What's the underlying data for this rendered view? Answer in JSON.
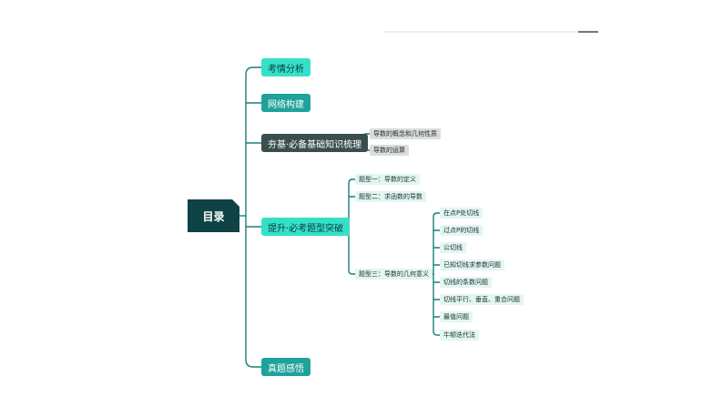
{
  "root": {
    "label": "目录"
  },
  "branches": [
    {
      "label": "考情分析"
    },
    {
      "label": "网络构建"
    },
    {
      "label": "夯基·必备基础知识梳理",
      "children": [
        {
          "label": "导数的概念和几何性质"
        },
        {
          "label": "导数的运算"
        }
      ]
    },
    {
      "label": "提升·必考题型突破",
      "children": [
        {
          "label": "题型一：导数的定义"
        },
        {
          "label": "题型二：求函数的导数"
        },
        {
          "label": "题型三：导数的几何意义"
        }
      ]
    },
    {
      "label": "真题感悟"
    }
  ],
  "subtopics": [
    {
      "label": "在点P处切线"
    },
    {
      "label": "过点P的切线"
    },
    {
      "label": "公切线"
    },
    {
      "label": "已知切线求参数问题"
    },
    {
      "label": "切线的条数问题"
    },
    {
      "label": "切线平行、垂直、重合问题"
    },
    {
      "label": "最值问题"
    },
    {
      "label": "牛顿迭代法"
    }
  ],
  "colors": {
    "connector": "#1a7f7a",
    "root_fill": "#0e4244",
    "branch_cyan": "#35e0c8",
    "branch_teal": "#1fa29a",
    "branch_dark": "#3a4f4d",
    "leaf_fill": "#e2f6f2",
    "leaf_grey": "#dcdcdc"
  }
}
